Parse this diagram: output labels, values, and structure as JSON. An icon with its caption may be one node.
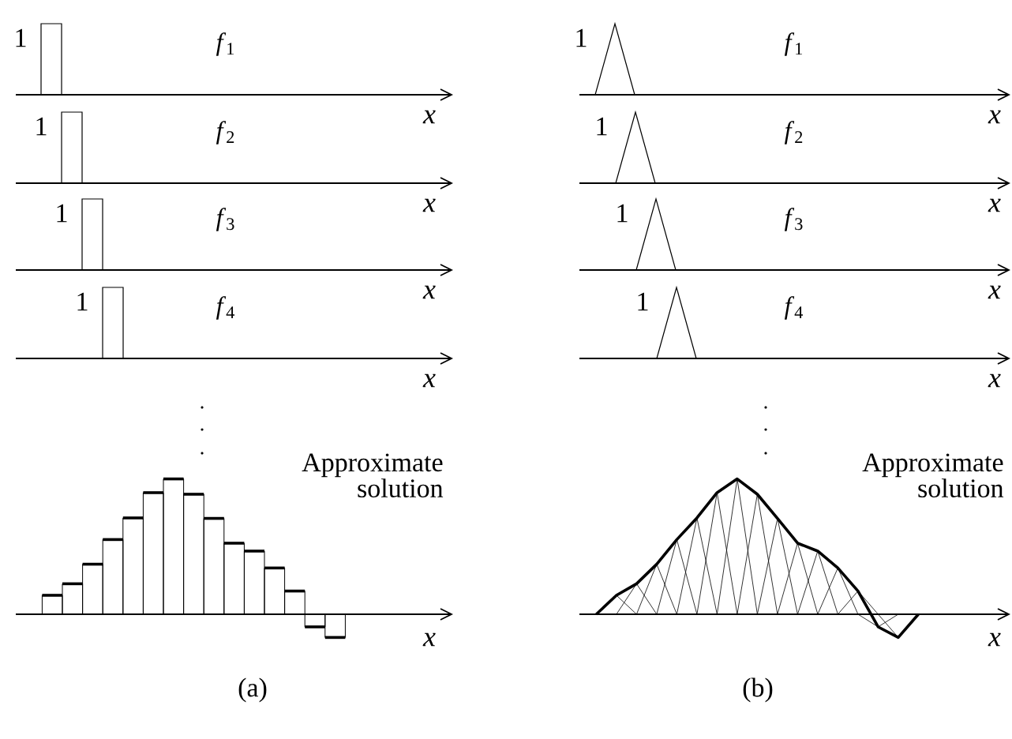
{
  "diagram": {
    "labels": [
      "1",
      "*f*$_{1}$",
      "x",
      "1",
      "*f*$_{2}$",
      "x",
      "1",
      "*f*$_{3}$",
      "x",
      "1",
      "*f*$_{4}$",
      "x",
      "Approximate solution",
      "x",
      "(a)",
      "1",
      "*f*$_{1}$",
      "x",
      "1",
      "*f*$_{2}$",
      "x",
      "1",
      "*f*$_{3}$",
      "x",
      "1",
      "*f*$_{4}$",
      "x",
      "Approximate solution",
      "x",
      "(b)"
    ]
  }
}
